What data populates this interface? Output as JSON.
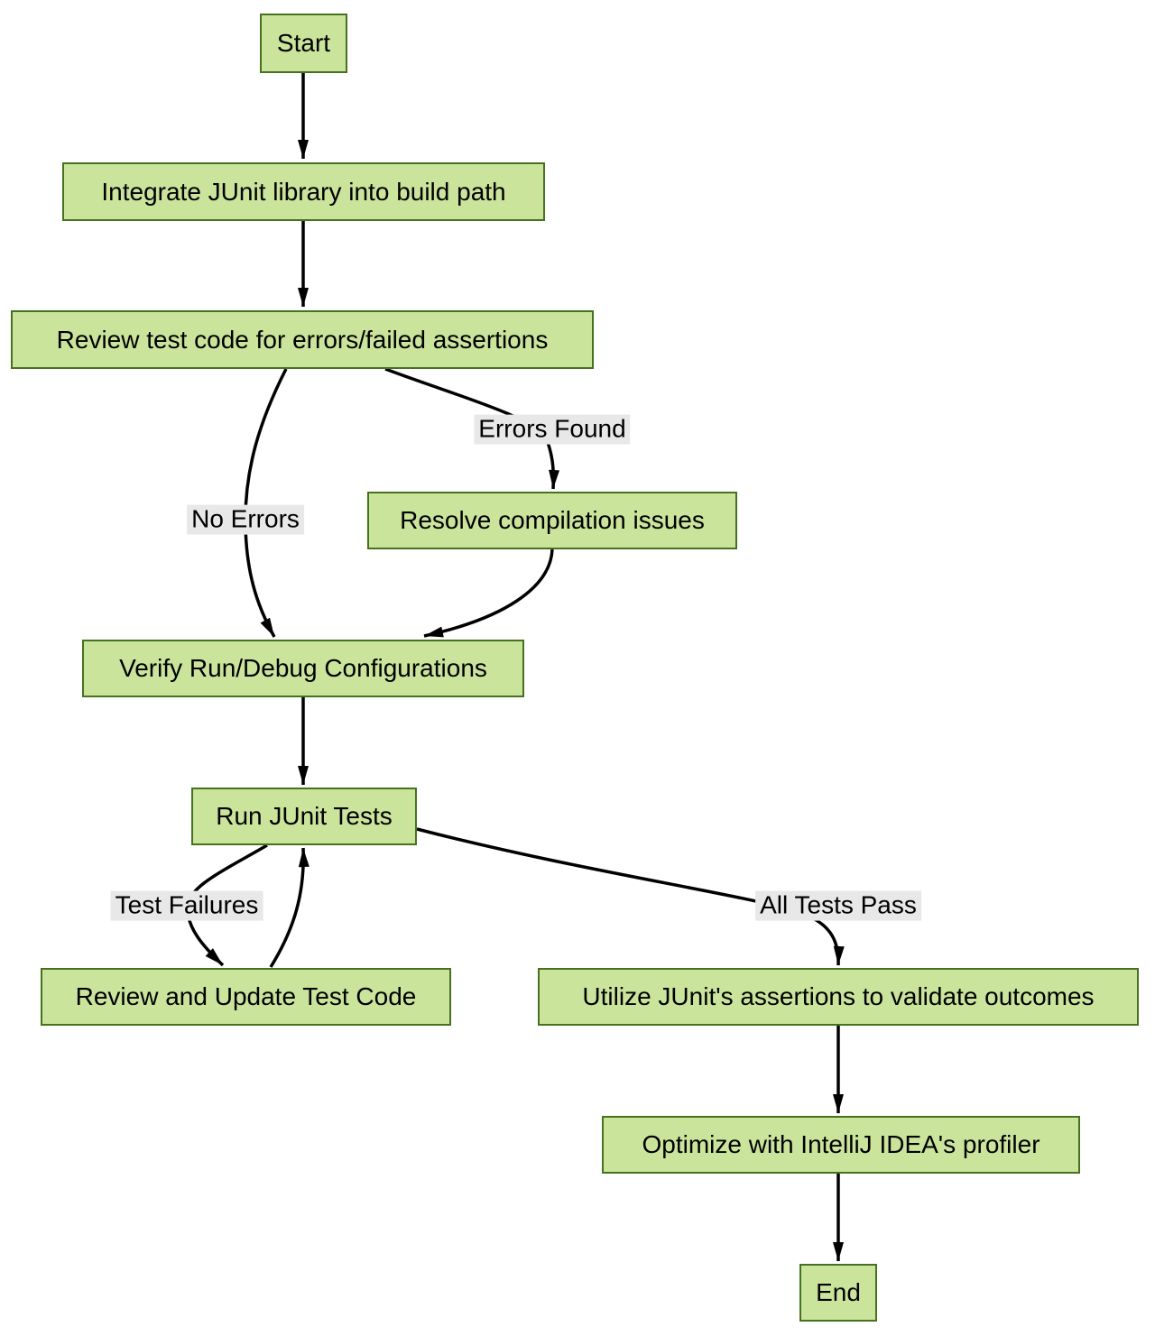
{
  "diagram": {
    "type": "flowchart",
    "direction": "top-down",
    "colors": {
      "background": "#ffffff",
      "node_fill": "#cbe49c",
      "node_border": "#46721f",
      "edge": "#000000",
      "edge_label_bg": "#e8e8e8",
      "text": "#000000"
    },
    "nodes": [
      {
        "id": "start",
        "label": "Start"
      },
      {
        "id": "integrate",
        "label": "Integrate JUnit library into build path"
      },
      {
        "id": "review",
        "label": "Review test code for errors/failed assertions"
      },
      {
        "id": "resolve",
        "label": "Resolve compilation issues"
      },
      {
        "id": "verify",
        "label": "Verify Run/Debug Configurations"
      },
      {
        "id": "run",
        "label": "Run JUnit Tests"
      },
      {
        "id": "review_update",
        "label": "Review and Update Test Code"
      },
      {
        "id": "utilize",
        "label": "Utilize JUnit's assertions to validate outcomes"
      },
      {
        "id": "optimize",
        "label": "Optimize with IntelliJ IDEA's profiler"
      },
      {
        "id": "end",
        "label": "End"
      }
    ],
    "edges": [
      {
        "from": "start",
        "to": "integrate",
        "label": ""
      },
      {
        "from": "integrate",
        "to": "review",
        "label": ""
      },
      {
        "from": "review",
        "to": "resolve",
        "label": "Errors Found"
      },
      {
        "from": "review",
        "to": "verify",
        "label": "No Errors"
      },
      {
        "from": "resolve",
        "to": "verify",
        "label": ""
      },
      {
        "from": "verify",
        "to": "run",
        "label": ""
      },
      {
        "from": "run",
        "to": "review_update",
        "label": "Test Failures"
      },
      {
        "from": "review_update",
        "to": "run",
        "label": ""
      },
      {
        "from": "run",
        "to": "utilize",
        "label": "All Tests Pass"
      },
      {
        "from": "utilize",
        "to": "optimize",
        "label": ""
      },
      {
        "from": "optimize",
        "to": "end",
        "label": ""
      }
    ]
  }
}
